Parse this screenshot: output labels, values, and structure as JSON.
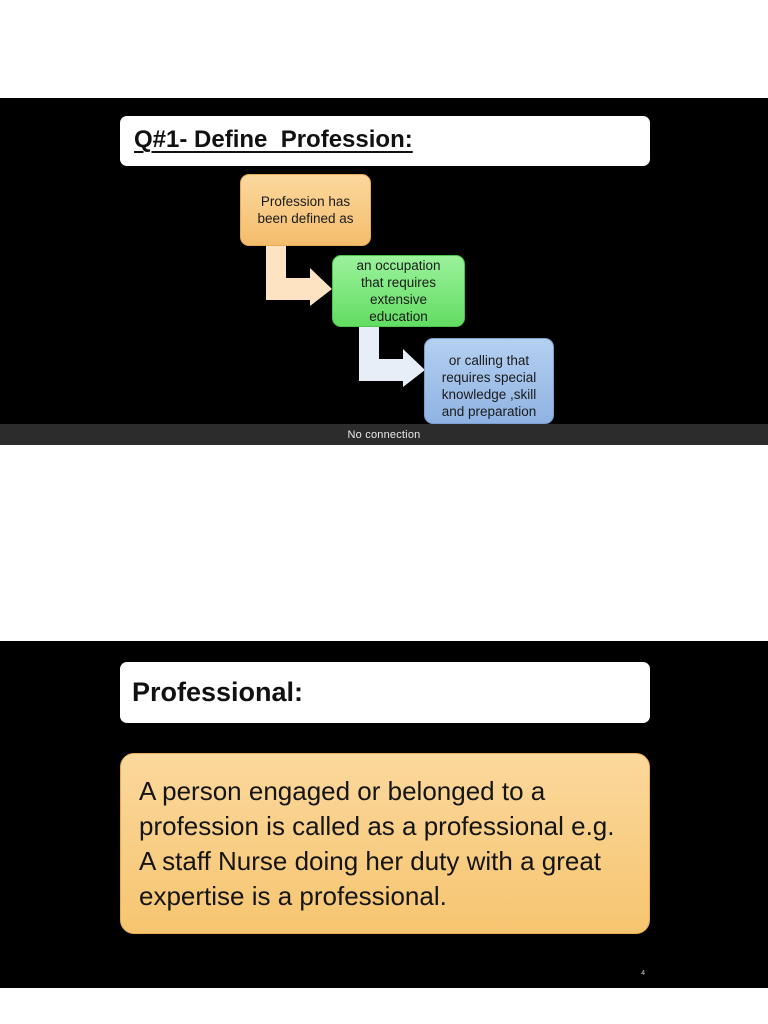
{
  "slide1": {
    "title": "Q#1- Define  Profession:",
    "steps": [
      "Profession has\nbeen defined as",
      "an occupation\nthat requires\nextensive\neducation",
      "or calling that\nrequires special\nknowledge ,skill\nand preparation"
    ],
    "colors": {
      "step1": "#f4bd6c",
      "step2": "#62dd62",
      "step3": "#8fb3e2",
      "connector1": "#fde3c1",
      "connector2": "#e8eef7"
    }
  },
  "status_bar": {
    "text": "No connection"
  },
  "slide2": {
    "title": "Professional:",
    "body": "A person engaged or  belonged to a profession is called as a professional e.g. A staff Nurse doing her duty with a great expertise is a professional.",
    "page_number": "4",
    "colors": {
      "box": "#f6c570"
    }
  }
}
